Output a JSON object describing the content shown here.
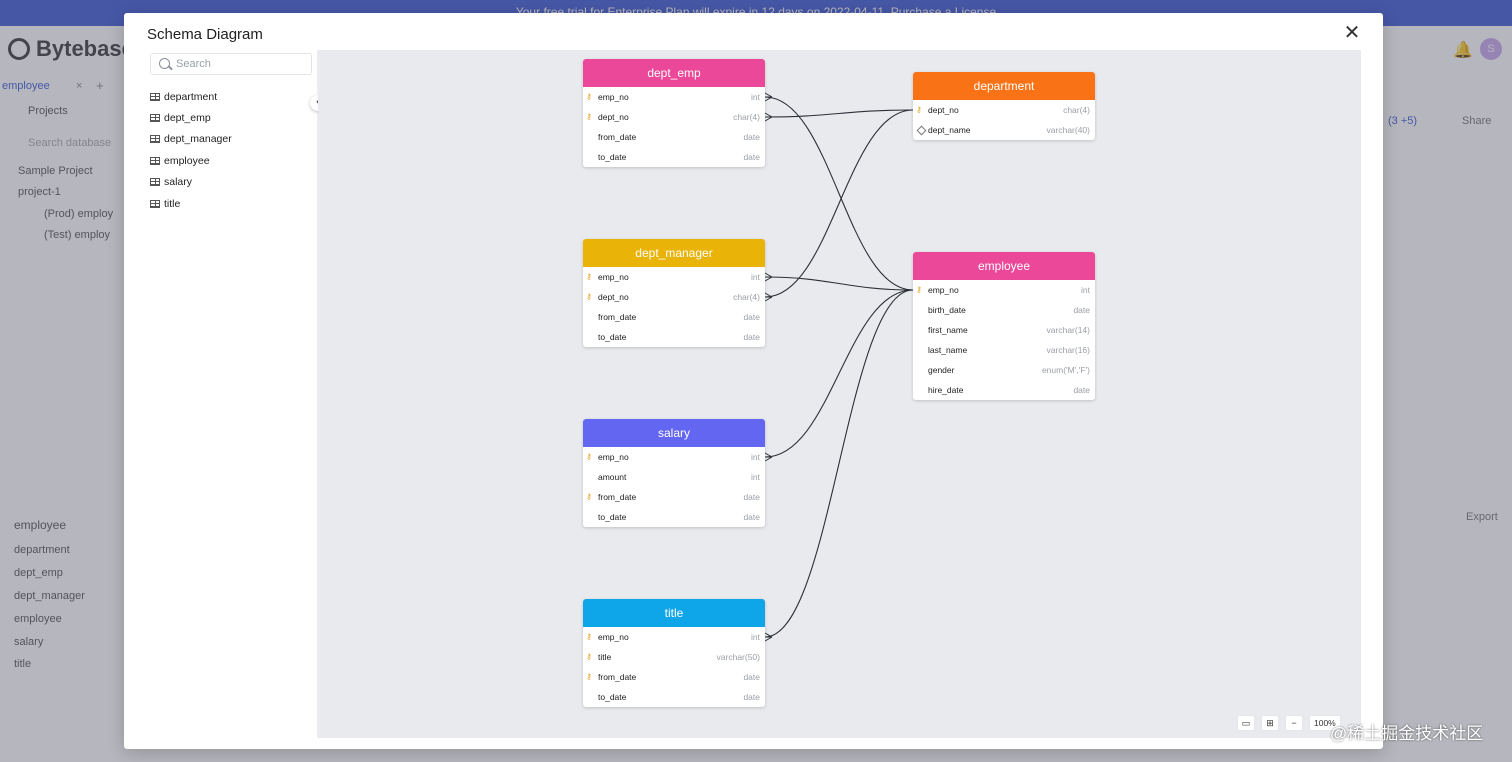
{
  "background": {
    "banner_text": "Your free trial for Enterprise Plan will expire in 12 days on 2022-04-11. Purchase a License",
    "logo_text": "Bytebase",
    "active_tab": "employee",
    "sidebar": {
      "projects_label": "Projects",
      "search_placeholder": "Search database",
      "items": [
        "Sample Project",
        "project-1",
        "(Prod) employ",
        "(Test) employ"
      ],
      "db_title": "employee",
      "tables": [
        "department",
        "dept_emp",
        "dept_manager",
        "employee",
        "salary",
        "title"
      ]
    },
    "avatar_letter": "S",
    "share_label": "Share",
    "export_label": "Export",
    "badge_text": "(3 +5)"
  },
  "modal": {
    "title": "Schema Diagram",
    "close_icon": "close-icon",
    "search_placeholder": "Search",
    "tables": [
      "department",
      "dept_emp",
      "dept_manager",
      "employee",
      "salary",
      "title"
    ],
    "zoom_level": "100%"
  },
  "entities": [
    {
      "name": "dept_emp",
      "color": "#ec4899",
      "columns": [
        {
          "name": "emp_no",
          "type": "int",
          "icon": "key"
        },
        {
          "name": "dept_no",
          "type": "char(4)",
          "icon": "key"
        },
        {
          "name": "from_date",
          "type": "date",
          "icon": ""
        },
        {
          "name": "to_date",
          "type": "date",
          "icon": ""
        }
      ]
    },
    {
      "name": "department",
      "color": "#f97316",
      "columns": [
        {
          "name": "dept_no",
          "type": "char(4)",
          "icon": "key"
        },
        {
          "name": "dept_name",
          "type": "varchar(40)",
          "icon": "unique"
        }
      ]
    },
    {
      "name": "dept_manager",
      "color": "#eab308",
      "columns": [
        {
          "name": "emp_no",
          "type": "int",
          "icon": "key"
        },
        {
          "name": "dept_no",
          "type": "char(4)",
          "icon": "key"
        },
        {
          "name": "from_date",
          "type": "date",
          "icon": ""
        },
        {
          "name": "to_date",
          "type": "date",
          "icon": ""
        }
      ]
    },
    {
      "name": "employee",
      "color": "#ec4899",
      "columns": [
        {
          "name": "emp_no",
          "type": "int",
          "icon": "key"
        },
        {
          "name": "birth_date",
          "type": "date",
          "icon": ""
        },
        {
          "name": "first_name",
          "type": "varchar(14)",
          "icon": ""
        },
        {
          "name": "last_name",
          "type": "varchar(16)",
          "icon": ""
        },
        {
          "name": "gender",
          "type": "enum('M','F')",
          "icon": ""
        },
        {
          "name": "hire_date",
          "type": "date",
          "icon": ""
        }
      ]
    },
    {
      "name": "salary",
      "color": "#6366f1",
      "columns": [
        {
          "name": "emp_no",
          "type": "int",
          "icon": "key"
        },
        {
          "name": "amount",
          "type": "int",
          "icon": ""
        },
        {
          "name": "from_date",
          "type": "date",
          "icon": "key"
        },
        {
          "name": "to_date",
          "type": "date",
          "icon": ""
        }
      ]
    },
    {
      "name": "title",
      "color": "#0ea5e9",
      "columns": [
        {
          "name": "emp_no",
          "type": "int",
          "icon": "key"
        },
        {
          "name": "title",
          "type": "varchar(50)",
          "icon": "key"
        },
        {
          "name": "from_date",
          "type": "date",
          "icon": "key"
        },
        {
          "name": "to_date",
          "type": "date",
          "icon": ""
        }
      ]
    }
  ],
  "relations": [
    {
      "from": "dept_emp.emp_no",
      "to": "employee.emp_no"
    },
    {
      "from": "dept_emp.dept_no",
      "to": "department.dept_no"
    },
    {
      "from": "dept_manager.emp_no",
      "to": "employee.emp_no"
    },
    {
      "from": "dept_manager.dept_no",
      "to": "department.dept_no"
    },
    {
      "from": "salary.emp_no",
      "to": "employee.emp_no"
    },
    {
      "from": "title.emp_no",
      "to": "employee.emp_no"
    }
  ],
  "watermark": "@稀土掘金技术社区"
}
